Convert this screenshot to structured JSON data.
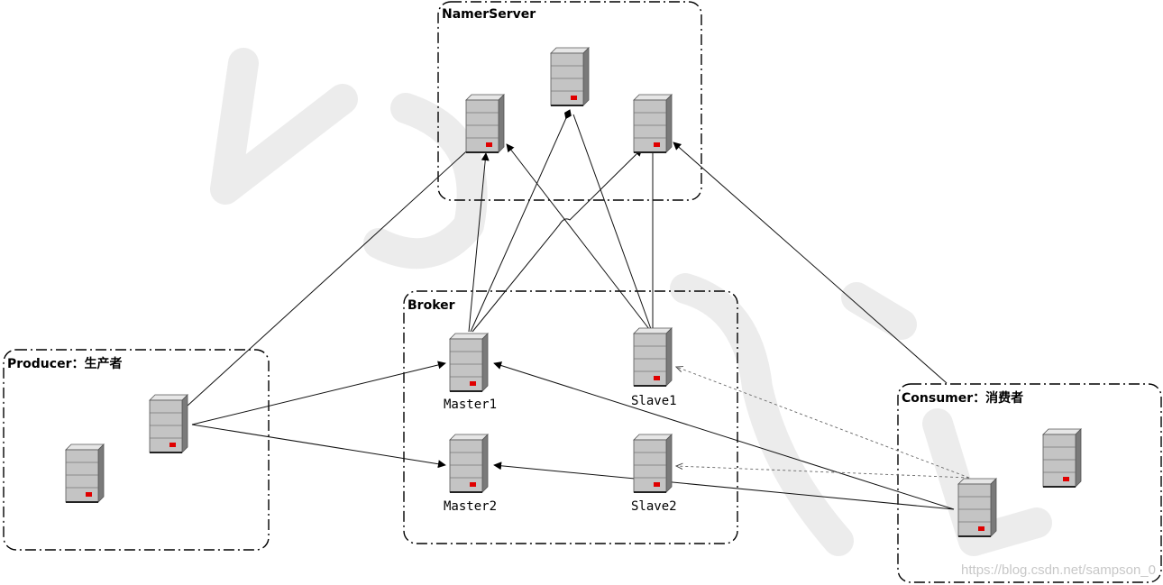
{
  "groups": {
    "nameserver": {
      "title": "NamerServer"
    },
    "broker": {
      "title": "Broker"
    },
    "producer": {
      "title": "Producer：生产者"
    },
    "consumer": {
      "title": "Consumer：消费者"
    }
  },
  "servers": {
    "master1": {
      "label": "Master1"
    },
    "slave1": {
      "label": "Slave1"
    },
    "master2": {
      "label": "Master2"
    },
    "slave2": {
      "label": "Slave2"
    }
  },
  "watermark": {
    "text": "https://blog.csdn.net/sampson_0"
  },
  "colors": {
    "server_body": "#c0c0c0",
    "server_dark": "#7a7a7a",
    "server_led": "#e00000",
    "line": "#111111"
  },
  "icons": {
    "server": "server-icon"
  }
}
